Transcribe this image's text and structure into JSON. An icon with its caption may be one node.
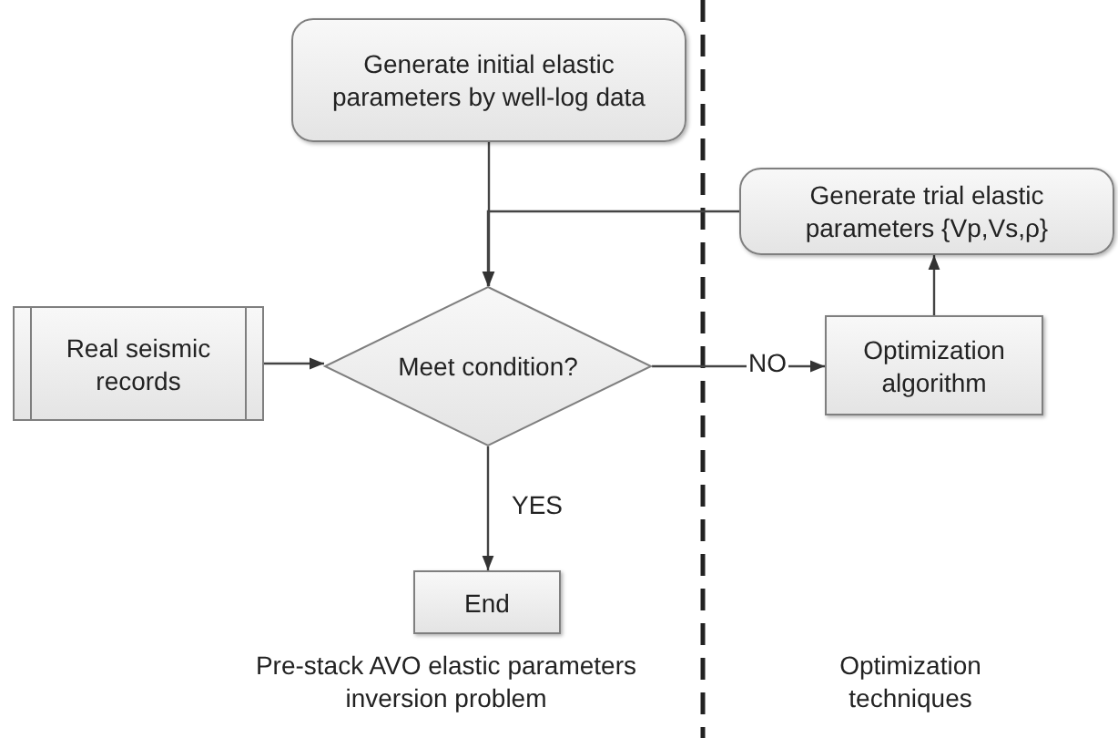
{
  "diagram": {
    "nodes": [
      {
        "text": [
          "Generate initial elastic parameters by well-log data"
        ]
      },
      {
        "text": [
          "Generate trial elastic parameters {Vp,Vs,ρ}"
        ]
      },
      {
        "text": [
          "Real seismic records"
        ]
      },
      {
        "text": [
          "Meet condition?"
        ]
      },
      {
        "text": [
          "Optimization algorithm"
        ]
      },
      {
        "text": [
          "End"
        ]
      }
    ],
    "edges": [
      {
        "from": 0,
        "to": 3,
        "arrow": "to"
      },
      {
        "from": 1,
        "to": 3,
        "arrow": "to"
      },
      {
        "from": 2,
        "to": 3,
        "arrow": "to"
      },
      {
        "from": 3,
        "to": 4,
        "arrow": "to",
        "label": "NO"
      },
      {
        "from": 4,
        "to": 1,
        "arrow": "to"
      },
      {
        "from": 3,
        "to": 5,
        "arrow": "to",
        "label": "YES"
      }
    ],
    "labels": [
      "Pre-stack AVO elastic parameters inversion problem",
      "Optimization techniques"
    ]
  }
}
